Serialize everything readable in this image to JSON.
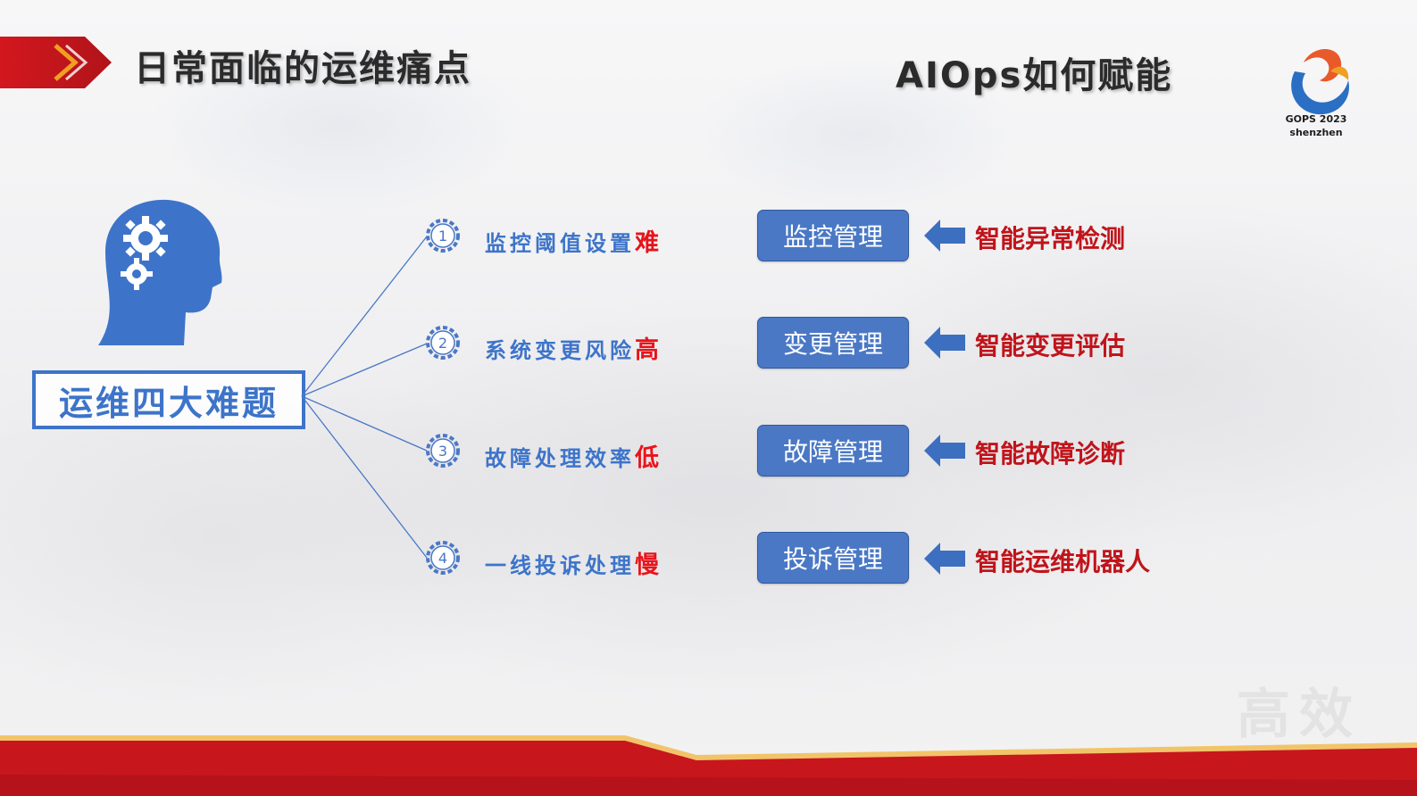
{
  "header": {
    "title": "日常面临的运维痛点",
    "right_title": "AIOps如何赋能"
  },
  "logo": {
    "line1": "GOPS 2023",
    "line2": "shenzhen"
  },
  "main_topic": "运维四大难题",
  "problems": [
    {
      "number": "1",
      "text": "监控阈值设置",
      "highlight": "难"
    },
    {
      "number": "2",
      "text": "系统变更风险",
      "highlight": "高"
    },
    {
      "number": "3",
      "text": "故障处理效率",
      "highlight": "低"
    },
    {
      "number": "4",
      "text": "一线投诉处理",
      "highlight": "慢"
    }
  ],
  "management": [
    "监控管理",
    "变更管理",
    "故障管理",
    "投诉管理"
  ],
  "solutions": [
    "智能异常检测",
    "智能变更评估",
    "智能故障诊断",
    "智能运维机器人"
  ],
  "watermark": "高效",
  "colors": {
    "accent_blue": "#3d74c9",
    "button_blue": "#4a78c5",
    "highlight_red": "#e8141b",
    "solution_red": "#c0141a",
    "footer_red": "#c8161d"
  }
}
